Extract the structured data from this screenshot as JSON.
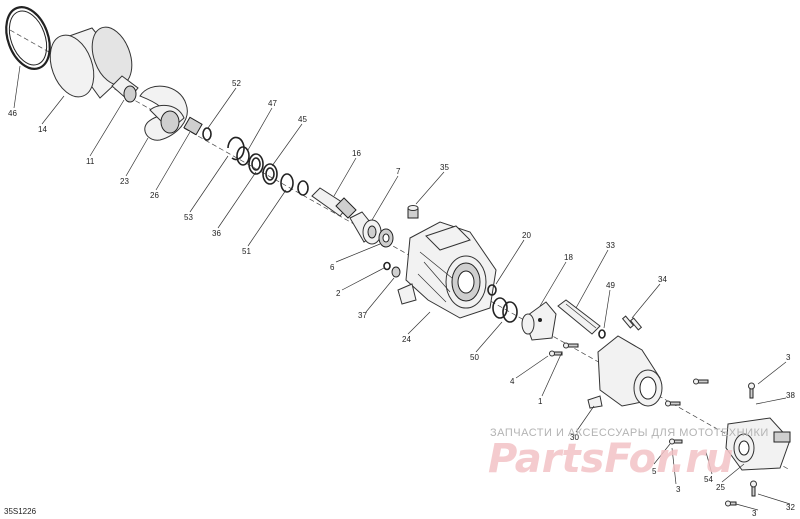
{
  "diagram": {
    "drawing_code": "35S1226",
    "callouts": [
      "46",
      "14",
      "11",
      "23",
      "26",
      "52",
      "53",
      "47",
      "36",
      "45",
      "51",
      "16",
      "7",
      "6",
      "2",
      "37",
      "35",
      "24",
      "20",
      "18",
      "50",
      "33",
      "4",
      "1",
      "49",
      "34",
      "3",
      "38",
      "30",
      "5",
      "3",
      "54",
      "25",
      "32",
      "3"
    ],
    "watermark": {
      "top_text": "ЗАПЧАСТИ И АКСЕССУАРЫ ДЛЯ МОТОТЕХНИКИ",
      "logo_text": "PartsFor.ru"
    }
  }
}
